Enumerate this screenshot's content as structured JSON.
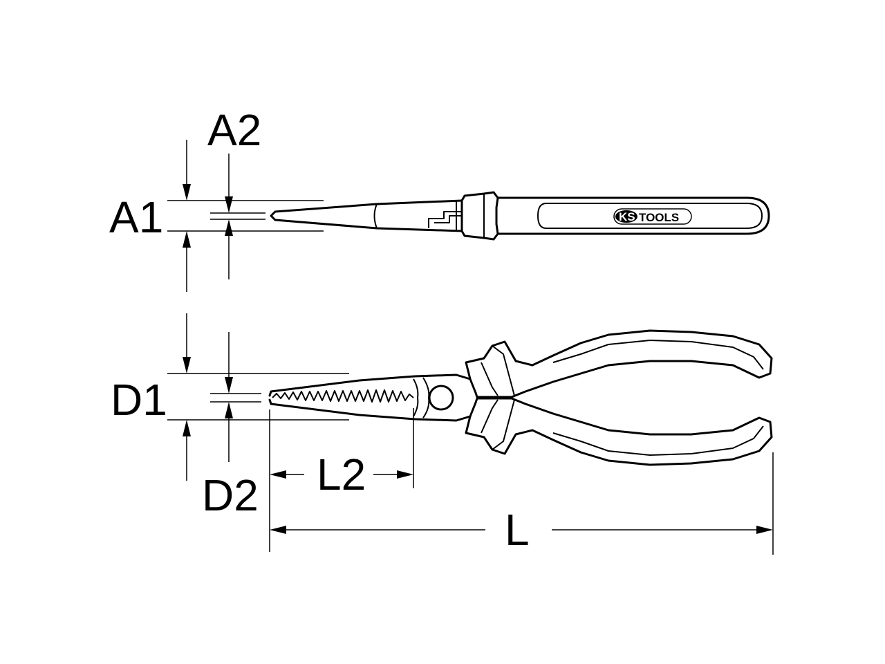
{
  "labels": {
    "a1": "A1",
    "a2": "A2",
    "d1": "D1",
    "d2": "D2",
    "l2": "L2",
    "l": "L"
  },
  "logo": {
    "brand_left": "KS",
    "brand_right": "TOOLS"
  },
  "colors": {
    "ink": "#000000",
    "background": "#ffffff"
  }
}
